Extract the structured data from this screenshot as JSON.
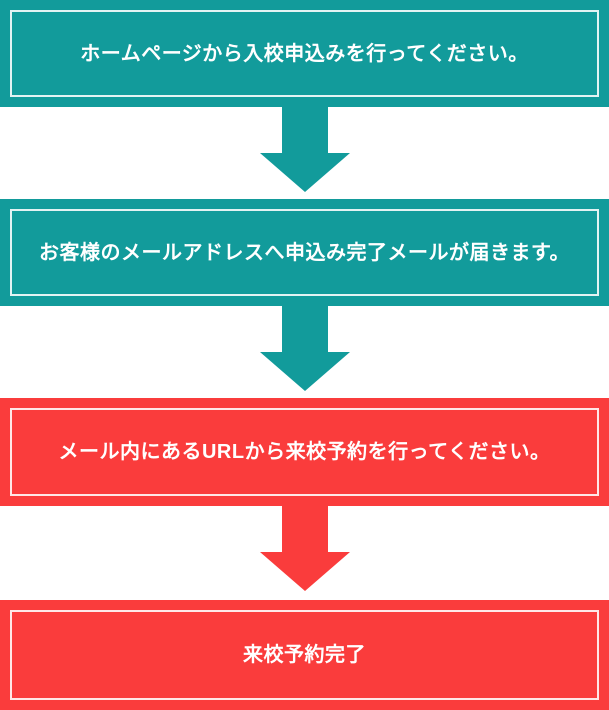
{
  "colors": {
    "teal": "#129b9b",
    "red": "#fa3c3c",
    "inner_border": "#ffffff",
    "text": "#ffffff",
    "background": "#ffffff"
  },
  "flow": {
    "steps": [
      {
        "label": "ホームページから入校申込みを行ってください。",
        "color": "teal"
      },
      {
        "label": "お客様のメールアドレスへ申込み完了メールが届きます。",
        "color": "teal"
      },
      {
        "label": "メール内にあるURLから来校予約を行ってください。",
        "color": "red"
      },
      {
        "label": "来校予約完了",
        "color": "red"
      }
    ],
    "arrows": [
      {
        "direction": "down",
        "color": "teal"
      },
      {
        "direction": "down",
        "color": "teal"
      },
      {
        "direction": "down",
        "color": "red"
      }
    ]
  }
}
